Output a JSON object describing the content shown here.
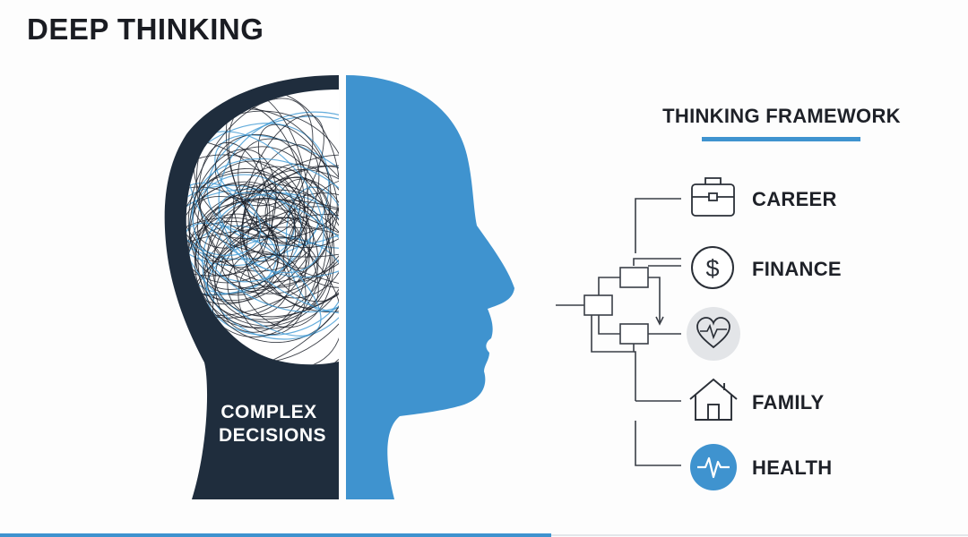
{
  "title": "DEEP THINKING",
  "head": {
    "label_line1": "COMPLEX",
    "label_line2": "DECISIONS",
    "colors": {
      "dark": "#1f2d3d",
      "blue": "#3f93cf",
      "scribble_dark": "#1a1f28",
      "scribble_blue": "#4a9fd6"
    }
  },
  "framework": {
    "title": "THINKING FRAMEWORK",
    "accent": "#3f93cf",
    "items": [
      {
        "label": "CAREER",
        "icon": "briefcase-icon"
      },
      {
        "label": "FINANCE",
        "icon": "dollar-icon"
      },
      {
        "label": "",
        "icon": "heart-pulse-icon"
      },
      {
        "label": "FAMILY",
        "icon": "house-icon"
      },
      {
        "label": "HEALTH",
        "icon": "heartbeat-icon"
      }
    ]
  }
}
